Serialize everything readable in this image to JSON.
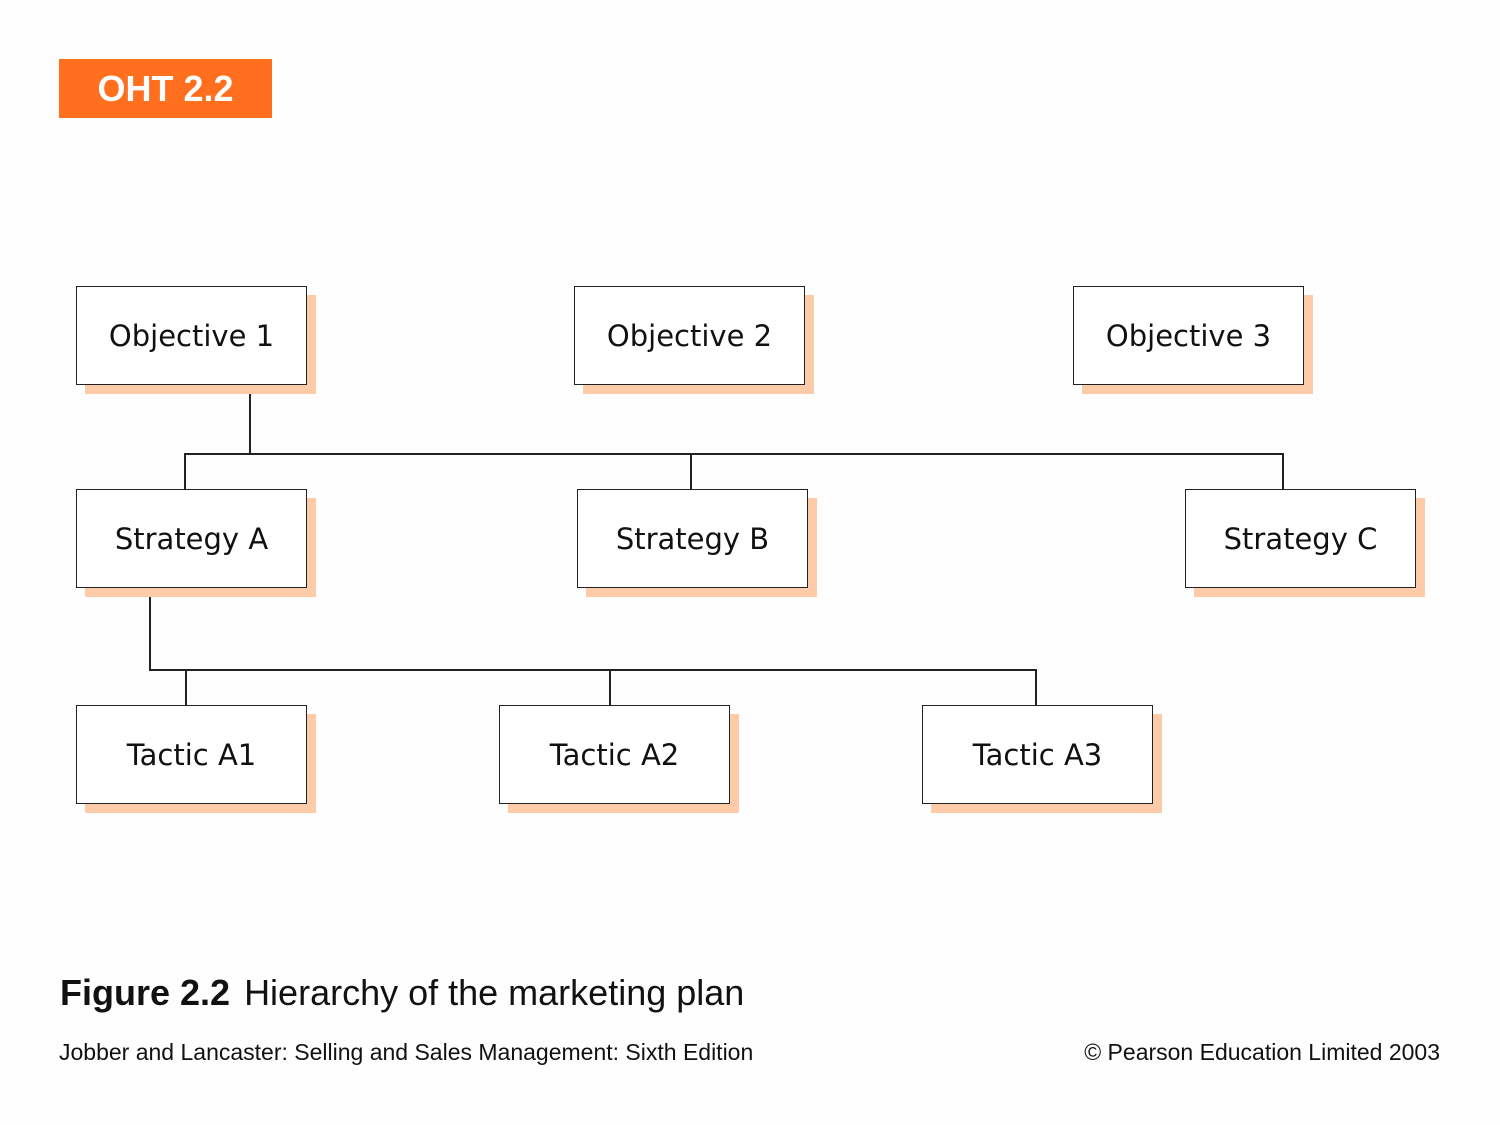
{
  "badge": "OHT 2.2",
  "objectives": [
    "Objective 1",
    "Objective 2",
    "Objective 3"
  ],
  "strategies": [
    "Strategy A",
    "Strategy B",
    "Strategy C"
  ],
  "tactics": [
    "Tactic A1",
    "Tactic A2",
    "Tactic A3"
  ],
  "caption": {
    "number": "Figure 2.2",
    "title": "Hierarchy of the marketing plan"
  },
  "footer": {
    "left": "Jobber and Lancaster: Selling and Sales Management: Sixth Edition",
    "right": "© Pearson Education Limited 2003"
  },
  "colors": {
    "badge": "#ff6f1e",
    "shadow": "#fdcba8"
  }
}
